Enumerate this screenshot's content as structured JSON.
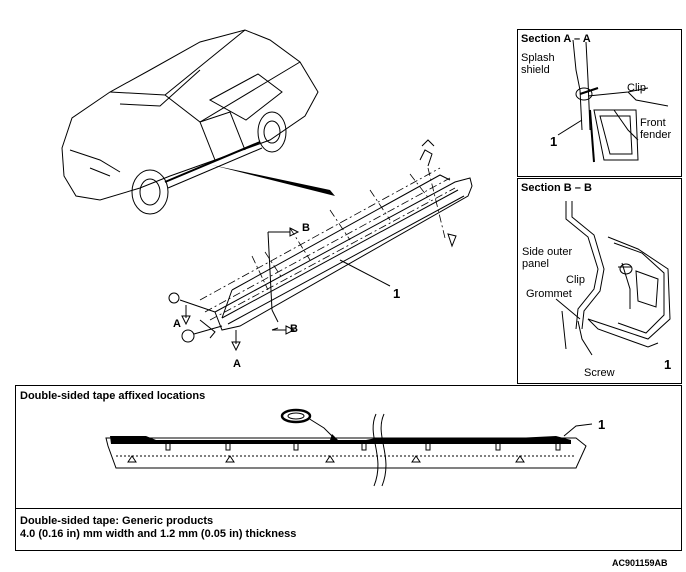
{
  "main_view": {
    "label_a_top": "A",
    "label_a_bottom": "A",
    "label_b_top": "B",
    "label_b_bottom": "B",
    "callout": "1"
  },
  "section_a": {
    "title": "Section A – A",
    "splash_shield": "Splash\nshield",
    "clip": "Clip",
    "front_fender": "Front\nfender",
    "callout": "1"
  },
  "section_b": {
    "title": "Section B – B",
    "side_outer_panel": "Side outer\npanel",
    "clip": "Clip",
    "grommet": "Grommet",
    "screw": "Screw",
    "callout": "1"
  },
  "tape_panel": {
    "title": "Double-sided tape affixed locations",
    "callout": "1"
  },
  "spec_panel": {
    "line1": "Double-sided tape: Generic products",
    "line2": "4.0 (0.16 in) mm width and 1.2 mm (0.05 in) thickness"
  },
  "figure_code": "AC901159AB"
}
